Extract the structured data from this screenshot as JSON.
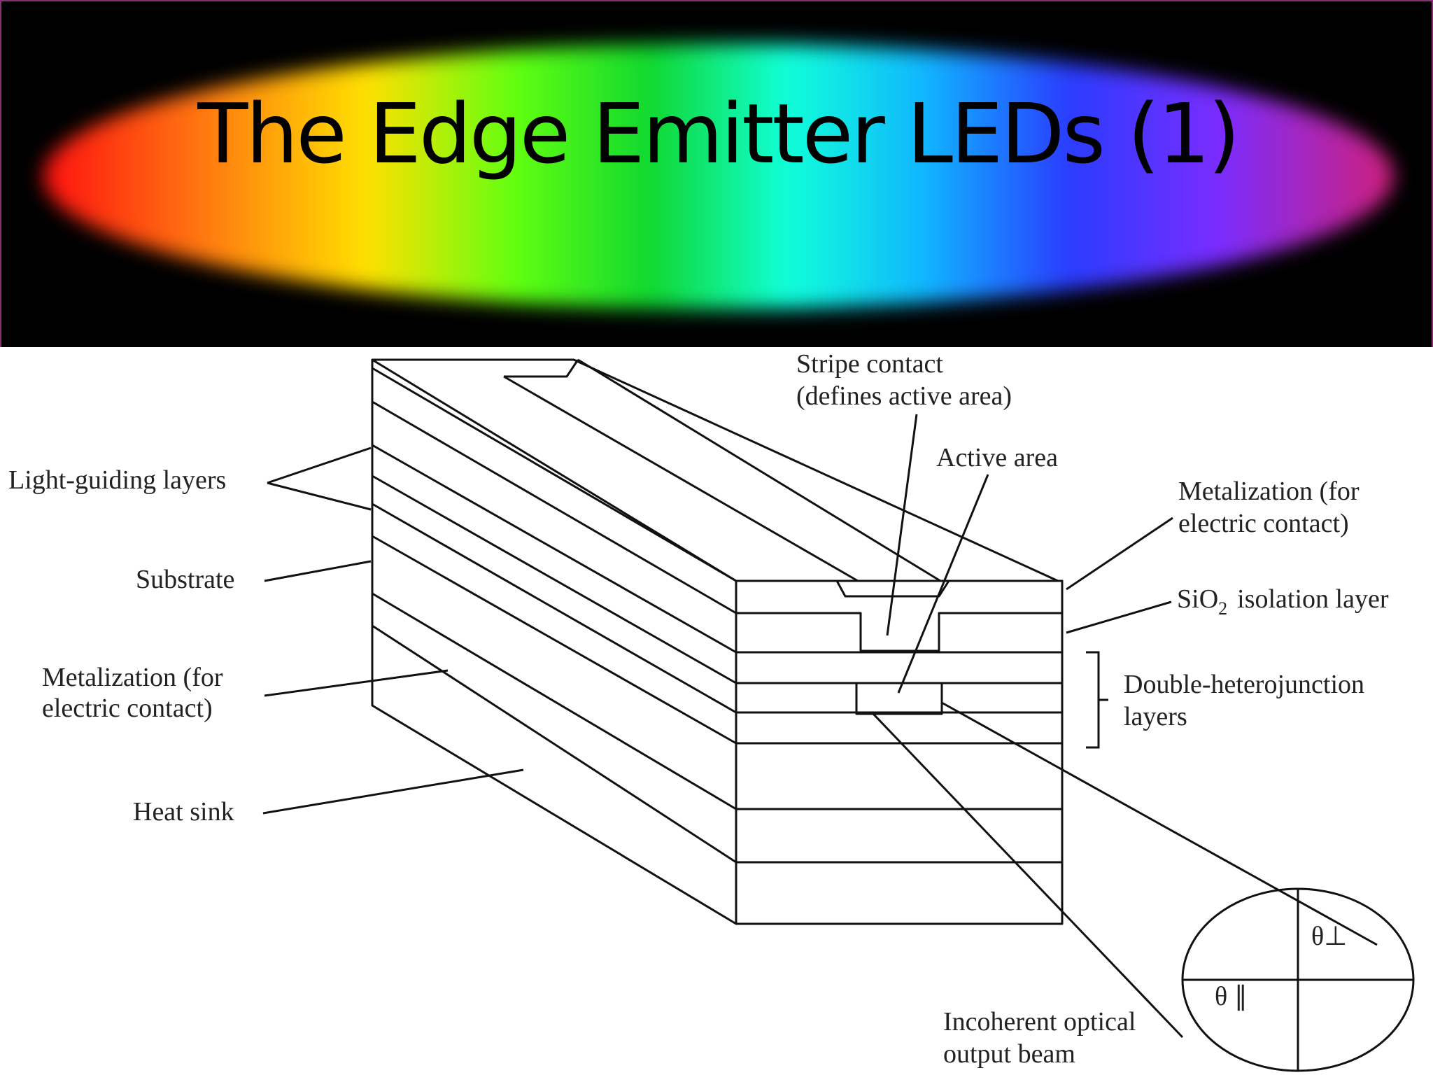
{
  "title": "The Edge Emitter LEDs (1)",
  "labels": {
    "light_guiding": "Light-guiding layers",
    "substrate": "Substrate",
    "metal_left_1": "Metalization (for",
    "metal_left_2": "electric contact)",
    "heat_sink": "Heat sink",
    "stripe_1": "Stripe contact",
    "stripe_2": "(defines active area)",
    "active_area": "Active area",
    "metal_right_1": "Metalization (for",
    "metal_right_2": "electric contact)",
    "sio2_prefix": "SiO",
    "sio2_sub": "2",
    "sio2_suffix": "isolation layer",
    "dh_1": "Double-heterojunction",
    "dh_2": "layers",
    "beam_1": "Incoherent optical",
    "beam_2": "output beam",
    "theta_perp": "θ⊥",
    "theta_par": "θ ∥"
  }
}
